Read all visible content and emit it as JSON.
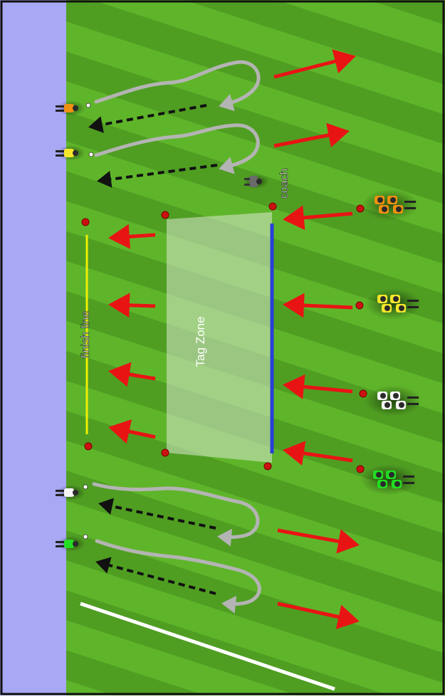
{
  "diagram": {
    "labels": {
      "tag_zone": "Tag Zone",
      "finish_line": "finish line",
      "coach": "coach"
    },
    "colors": {
      "grass_light": "#5fb52a",
      "grass_dark": "#4f9e22",
      "sideline_band": "#a8a8f4",
      "tag_zone_fill": "#d8e8d0",
      "start_line": "#2a3fd8",
      "finish_line": "#f0f000",
      "run_arrow": "#e81414",
      "return_path": "#b4b4b4",
      "dribble_arrow": "#111111",
      "cone": "#cc1111"
    },
    "teams": [
      {
        "name": "orange",
        "color": "#f09010"
      },
      {
        "name": "yellow",
        "color": "#f5e62a"
      },
      {
        "name": "white",
        "color": "#f4f4f4"
      },
      {
        "name": "green",
        "color": "#22dd22"
      }
    ]
  }
}
